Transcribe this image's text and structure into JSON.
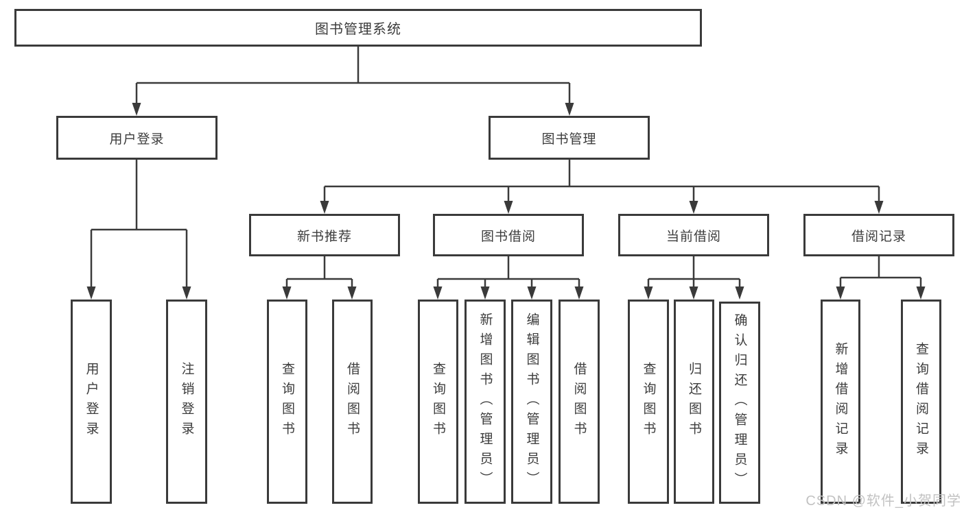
{
  "tree": {
    "root": "图书管理系统",
    "level2": [
      {
        "label": "用户登录",
        "leaves": [
          "用户登录",
          "注销登录"
        ]
      },
      {
        "label": "图书管理",
        "groups": [
          {
            "label": "新书推荐",
            "leaves": [
              "查询图书",
              "借阅图书"
            ]
          },
          {
            "label": "图书借阅",
            "leaves": [
              "查询图书",
              "新增图书（管理员）",
              "编辑图书（管理员）",
              "借阅图书"
            ]
          },
          {
            "label": "当前借阅",
            "leaves": [
              "查询图书",
              "归还图书",
              "确认归还（管理员）"
            ]
          },
          {
            "label": "借阅记录",
            "leaves": [
              "新增借阅记录",
              "查询借阅记录"
            ]
          }
        ]
      }
    ]
  },
  "watermark": "CSDN @软件_小贺同学",
  "colors": {
    "line": "#3a3a3a",
    "box_border": "#3a3a3a",
    "box_fill": "#ffffff",
    "text": "#3c3c3c",
    "watermark": "#c2c2c2",
    "background": "#ffffff"
  }
}
